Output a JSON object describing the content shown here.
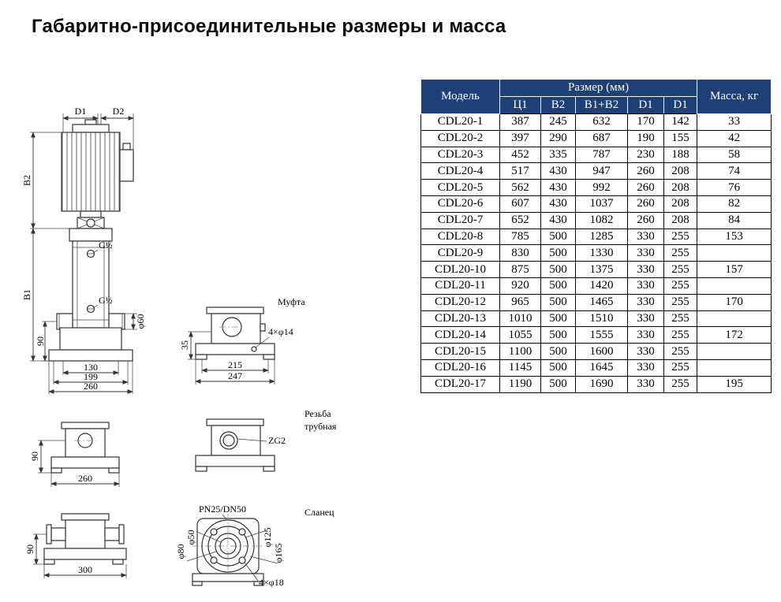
{
  "page": {
    "title": "Габаритно-присоединительные размеры и масса"
  },
  "colors": {
    "table_header_bg": "#1e4077",
    "table_header_text": "#ffffff",
    "table_border": "#000000"
  },
  "table": {
    "header": {
      "model": "Модель",
      "size_group": "Размер (мм)",
      "size_columns": [
        "Ц1",
        "B2",
        "В1+В2",
        "D1",
        "D1"
      ],
      "mass": "Масса, кг"
    },
    "rows": [
      [
        "CDL20-1",
        "387",
        "245",
        "632",
        "170",
        "142",
        "33"
      ],
      [
        "CDL20-2",
        "397",
        "290",
        "687",
        "190",
        "155",
        "42"
      ],
      [
        "CDL20-3",
        "452",
        "335",
        "787",
        "230",
        "188",
        "58"
      ],
      [
        "CDL20-4",
        "517",
        "430",
        "947",
        "260",
        "208",
        "74"
      ],
      [
        "CDL20-5",
        "562",
        "430",
        "992",
        "260",
        "208",
        "76"
      ],
      [
        "CDL20-6",
        "607",
        "430",
        "1037",
        "260",
        "208",
        "82"
      ],
      [
        "CDL20-7",
        "652",
        "430",
        "1082",
        "260",
        "208",
        "84"
      ],
      [
        "CDL20-8",
        "785",
        "500",
        "1285",
        "330",
        "255",
        "153"
      ],
      [
        "CDL20-9",
        "830",
        "500",
        "1330",
        "330",
        "255",
        ""
      ],
      [
        "CDL20-10",
        "875",
        "500",
        "1375",
        "330",
        "255",
        "157"
      ],
      [
        "CDL20-11",
        "920",
        "500",
        "1420",
        "330",
        "255",
        ""
      ],
      [
        "CDL20-12",
        "965",
        "500",
        "1465",
        "330",
        "255",
        "170"
      ],
      [
        "CDL20-13",
        "1010",
        "500",
        "1510",
        "330",
        "255",
        ""
      ],
      [
        "CDL20-14",
        "1055",
        "500",
        "1555",
        "330",
        "255",
        "172"
      ],
      [
        "CDL20-15",
        "1100",
        "500",
        "1600",
        "330",
        "255",
        ""
      ],
      [
        "CDL20-16",
        "1145",
        "500",
        "1645",
        "330",
        "255",
        ""
      ],
      [
        "CDL20-17",
        "1190",
        "500",
        "1690",
        "330",
        "255",
        "195"
      ]
    ]
  },
  "drawings": {
    "pump": {
      "d1": "D1",
      "d2": "D2",
      "b1": "B1",
      "b2": "B2",
      "g_half_top": "G½",
      "g_half_bottom": "G½",
      "phi60": "φ60",
      "dim_90": "90",
      "dim_130": "130",
      "dim_199": "199",
      "dim_260": "260"
    },
    "coupling_view": {
      "title": "Муфта",
      "bolt_holes": "4×φ14",
      "dim_35": "35",
      "dim_215": "215",
      "dim_247": "247"
    },
    "side_view": {
      "dim_90": "90",
      "dim_260": "260"
    },
    "thread_view": {
      "title_line1": "Резьба",
      "title_line2": "трубная",
      "thread": "ZG2"
    },
    "flange_side_view": {
      "dim_90": "90",
      "dim_300": "300"
    },
    "flange_view": {
      "title": "Сланец",
      "rating": "PN25/DN50",
      "phi50": "φ50",
      "phi80": "φ80",
      "phi125": "φ125",
      "phi165": "φ165",
      "bolt_holes": "4×φ18"
    }
  }
}
